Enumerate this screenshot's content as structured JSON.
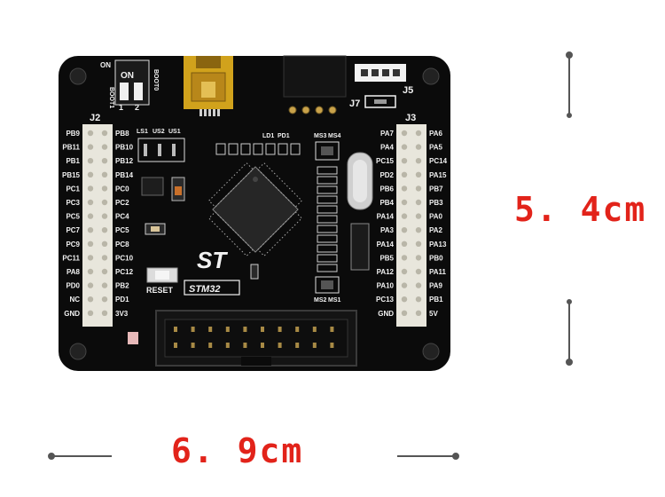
{
  "dimensions": {
    "width_label": "6. 9cm",
    "height_label": "5. 4cm"
  },
  "board": {
    "switch": {
      "on_top": "ON",
      "on_body": "ON",
      "left": "BOOT1",
      "right": "BOOT0",
      "num1": "1",
      "num2": "2"
    },
    "headers": {
      "j2": "J2",
      "j3": "J3",
      "j5": "J5",
      "j7": "J7",
      "j2_outer_pins": [
        "PB9",
        "PB11",
        "PB1",
        "PB15",
        "PC1",
        "PC3",
        "PC5",
        "PC7",
        "PC9",
        "PC11",
        "PA8",
        "PD0",
        "NC",
        "GND"
      ],
      "j2_inner_pins": [
        "PB8",
        "PB10",
        "PB12",
        "PB14",
        "PC0",
        "PC2",
        "PC4",
        "PC5",
        "PC8",
        "PC10",
        "PC12",
        "PB2",
        "PD1",
        "3V3"
      ],
      "j3_inner_pins": [
        "PA7",
        "PA4",
        "PC15",
        "PD2",
        "PB6",
        "PB4",
        "PA14",
        "PA3",
        "PA14",
        "PB5",
        "PA12",
        "PA10",
        "PC13",
        "GND"
      ],
      "j3_outer_pins": [
        "PA6",
        "PA5",
        "PC14",
        "PA15",
        "PB7",
        "PB3",
        "PA0",
        "PA2",
        "PA13",
        "PB0",
        "PA11",
        "PA9",
        "PB1",
        "5V"
      ]
    },
    "labels": {
      "ls1": "LS1",
      "us2": "US2",
      "us1": "US1",
      "ld1": "LD1",
      "pd1": "PD1",
      "ms3": "MS3",
      "ms4": "MS4",
      "ms2": "MS2",
      "ms1": "MS1",
      "reset": "RESET",
      "chip": "STM32",
      "st_logo": "ST"
    }
  },
  "colors": {
    "pcb": "#0b0b0b",
    "silkscreen": "#f2f2f2",
    "header_pins": "#e8e6dc",
    "usb": "#d1a21c",
    "dimension_text": "#e2231a",
    "dimension_line": "#555555"
  }
}
